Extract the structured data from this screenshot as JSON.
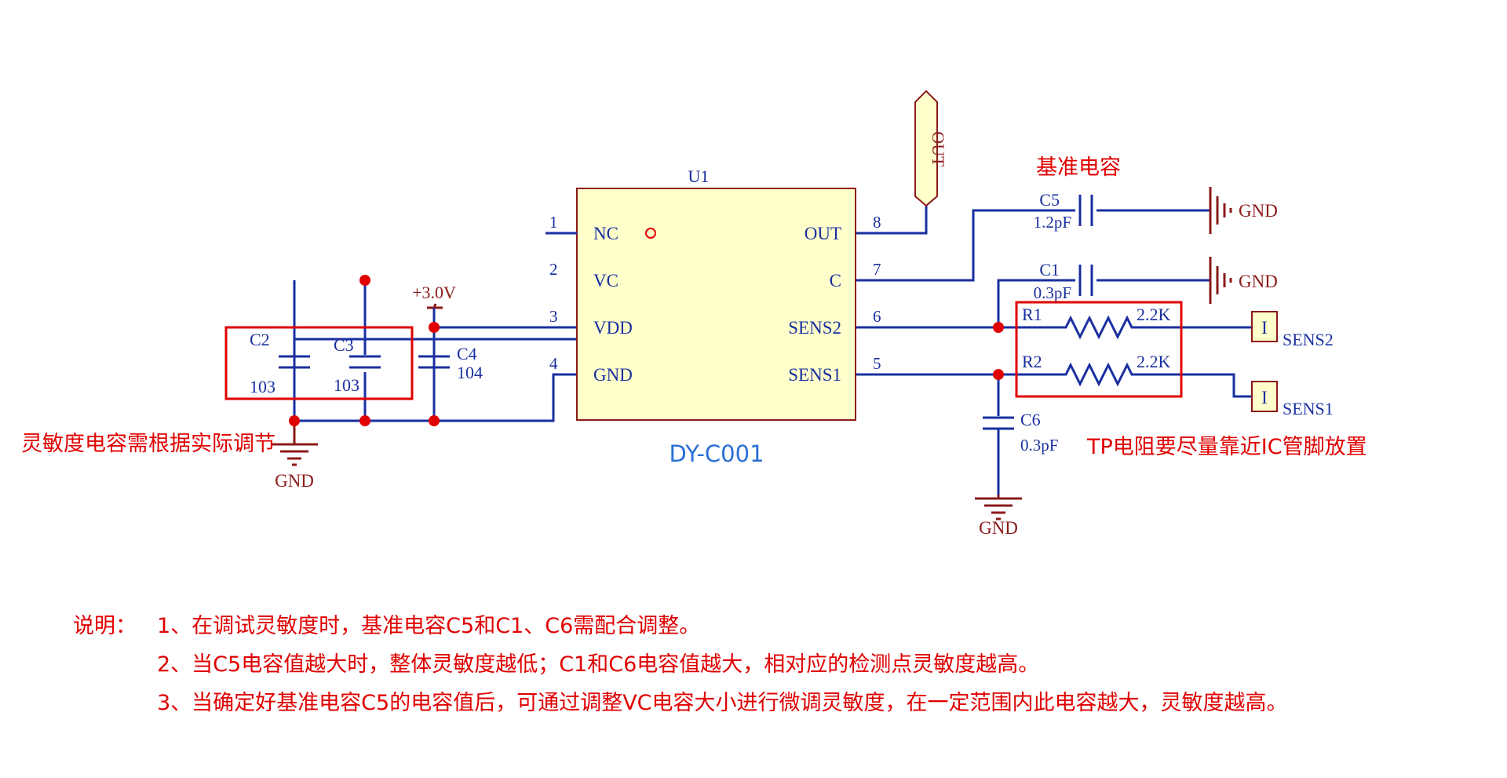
{
  "ic": {
    "ref": "U1",
    "part_number": "DY-C001",
    "pins": [
      {
        "num": "1",
        "name": "NC"
      },
      {
        "num": "2",
        "name": "VC"
      },
      {
        "num": "3",
        "name": "VDD"
      },
      {
        "num": "4",
        "name": "GND"
      },
      {
        "num": "8",
        "name": "OUT"
      },
      {
        "num": "7",
        "name": "C"
      },
      {
        "num": "6",
        "name": "SENS2"
      },
      {
        "num": "5",
        "name": "SENS1"
      }
    ]
  },
  "components": {
    "c2": {
      "ref": "C2",
      "value": "103"
    },
    "c3": {
      "ref": "C3",
      "value": "103"
    },
    "c4": {
      "ref": "C4",
      "value": "104"
    },
    "c5": {
      "ref": "C5",
      "value": "1.2pF"
    },
    "c1": {
      "ref": "C1",
      "value": "0.3pF"
    },
    "c6": {
      "ref": "C6",
      "value": "0.3pF"
    },
    "r1": {
      "ref": "R1",
      "value": "2.2K"
    },
    "r2": {
      "ref": "R2",
      "value": "2.2K"
    }
  },
  "nets": {
    "supply": "+3.0V",
    "gnd": "GND",
    "out_port": "OUT",
    "sens2_port": "SENS2",
    "sens1_port": "SENS1",
    "connector_mark": "I"
  },
  "annotations": {
    "reference_cap": "基准电容",
    "sensitivity_cap": "灵敏度电容需根据实际调节",
    "tp_resistor": "TP电阻要尽量靠近IC管脚放置"
  },
  "notes": {
    "label": "说明：",
    "lines": [
      "1、在调试灵敏度时，基准电容C5和C1、C6需配合调整。",
      "2、当C5电容值越大时，整体灵敏度越低；C1和C6电容值越大，相对应的检测点灵敏度越高。",
      "3、当确定好基准电容C5的电容值后，可通过调整VC电容大小进行微调灵敏度，在一定范围内此电容越大，灵敏度越高。"
    ]
  },
  "colors": {
    "wire": "#1a2fa0",
    "ic_fill": "#ffffcc",
    "ic_border": "#8b1a1a",
    "ground": "#8b1a1a",
    "junction": "#e00000",
    "annotation": "#e00000",
    "part_number": "#2a6fd6",
    "highlight_box": "#e00000"
  }
}
